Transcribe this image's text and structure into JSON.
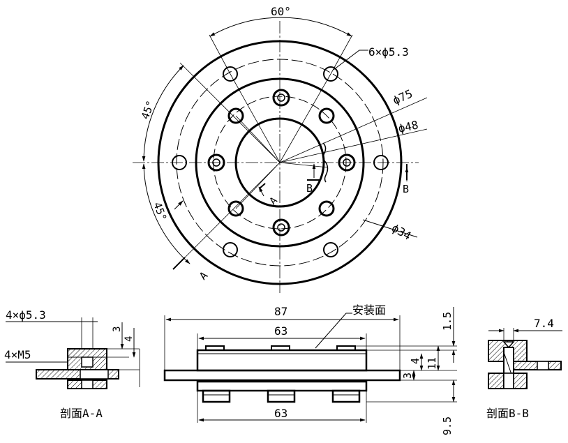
{
  "top_view": {
    "angle_top": "60°",
    "angle_left_upper": "45°",
    "angle_left_lower": "45°",
    "holes_callout": "6×ϕ5.3",
    "dia_outer_bolt_circle": "ϕ75",
    "dia_inner_bolt_circle": "ϕ48",
    "dia_bore": "ϕ34",
    "section_a_label": "A",
    "section_a_label_lower": "A",
    "section_b_label_right": "B",
    "section_b_label_center": "B"
  },
  "section_aa": {
    "callout_holes": "4×ϕ5.3",
    "callout_threads": "4×M5",
    "dim_3": "3",
    "dim_4": "4",
    "caption": "剖面A-A"
  },
  "center_view": {
    "dim_width_overall": "87",
    "dim_width_top": "63",
    "dim_width_bottom": "63",
    "mounting_face_label": "安装面",
    "dim_1_5": "1.5",
    "dim_4": "4",
    "dim_11": "11",
    "dim_3": "3",
    "dim_9_5": "9.5"
  },
  "section_bb": {
    "dim_7_4": "7.4",
    "caption": "剖面B-B"
  }
}
